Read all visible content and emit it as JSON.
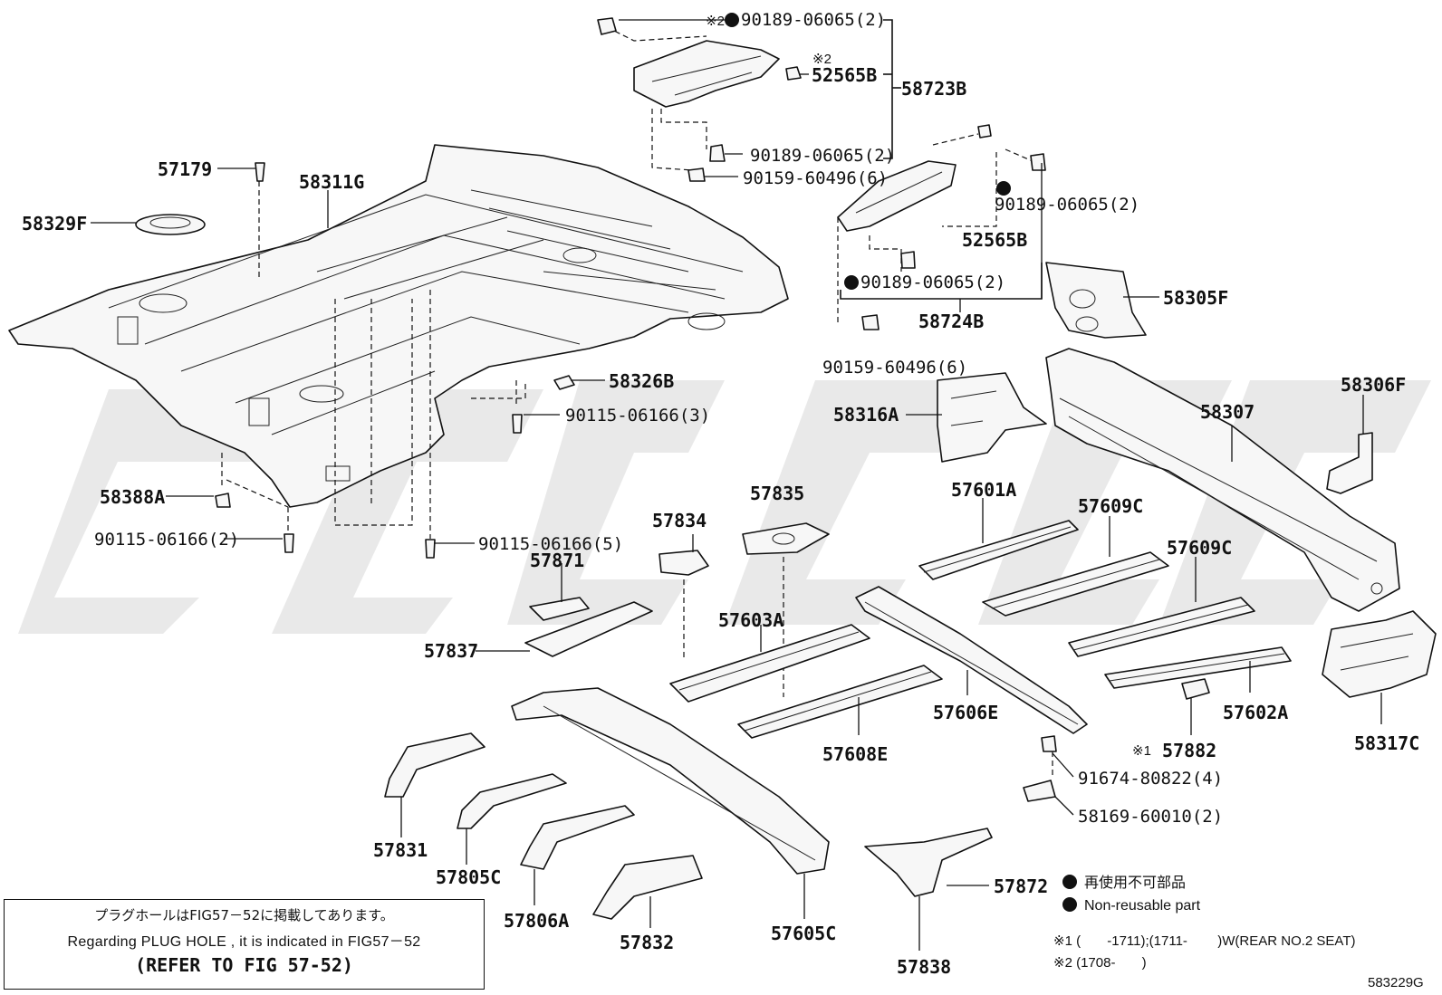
{
  "parts": {
    "p90189_top": "90189-06065(2)",
    "p52565B_top": "52565B",
    "p58723B": "58723B",
    "p90189_mid": "90189-06065(2)",
    "p90159_top": "90159-60496(6)",
    "p90189_right": "90189-06065(2)",
    "p52565B_right": "52565B",
    "p90189_low": "90189-06065(2)",
    "p58724B": "58724B",
    "p58305F": "58305F",
    "p90159_low": "90159-60496(6)",
    "p57179": "57179",
    "p58311G": "58311G",
    "p58329F": "58329F",
    "p58326B": "58326B",
    "p90115_3": "90115-06166(3)",
    "p58388A": "58388A",
    "p90115_2": "90115-06166(2)",
    "p90115_5": "90115-06166(5)",
    "p58316A": "58316A",
    "p58307": "58307",
    "p58306F": "58306F",
    "p57601A": "57601A",
    "p57609C_a": "57609C",
    "p57609C_b": "57609C",
    "p57834": "57834",
    "p57835": "57835",
    "p57871": "57871",
    "p57837": "57837",
    "p57603A": "57603A",
    "p57606E": "57606E",
    "p57608E": "57608E",
    "p57602A": "57602A",
    "p57882": "57882",
    "p58317C": "58317C",
    "p91674": "91674-80822(4)",
    "p58169": "58169-60010(2)",
    "p57831": "57831",
    "p57805C": "57805C",
    "p57806A": "57806A",
    "p57832": "57832",
    "p57605C": "57605C",
    "p57872": "57872",
    "p57838": "57838"
  },
  "marks": {
    "note1": "※1",
    "note2": "※2"
  },
  "legend": {
    "jp": "再使用不可部品",
    "en": "Non-reusable part"
  },
  "footnotes": {
    "note1_text": "※1 (       -1711);(1711-        )W(REAR NO.2 SEAT)",
    "note2_text": "※2 (1708-       )"
  },
  "note_box": {
    "jp": "プラグホールはFIG57－52に掲載してあります。",
    "en": "Regarding  PLUG HOLE , it is indicated in  FIG57－52",
    "ref": "(REFER TO FIG 57-52)"
  },
  "figure_id": "583229G",
  "colors": {
    "ink": "#111111",
    "watermark": "#9a9a9a"
  }
}
